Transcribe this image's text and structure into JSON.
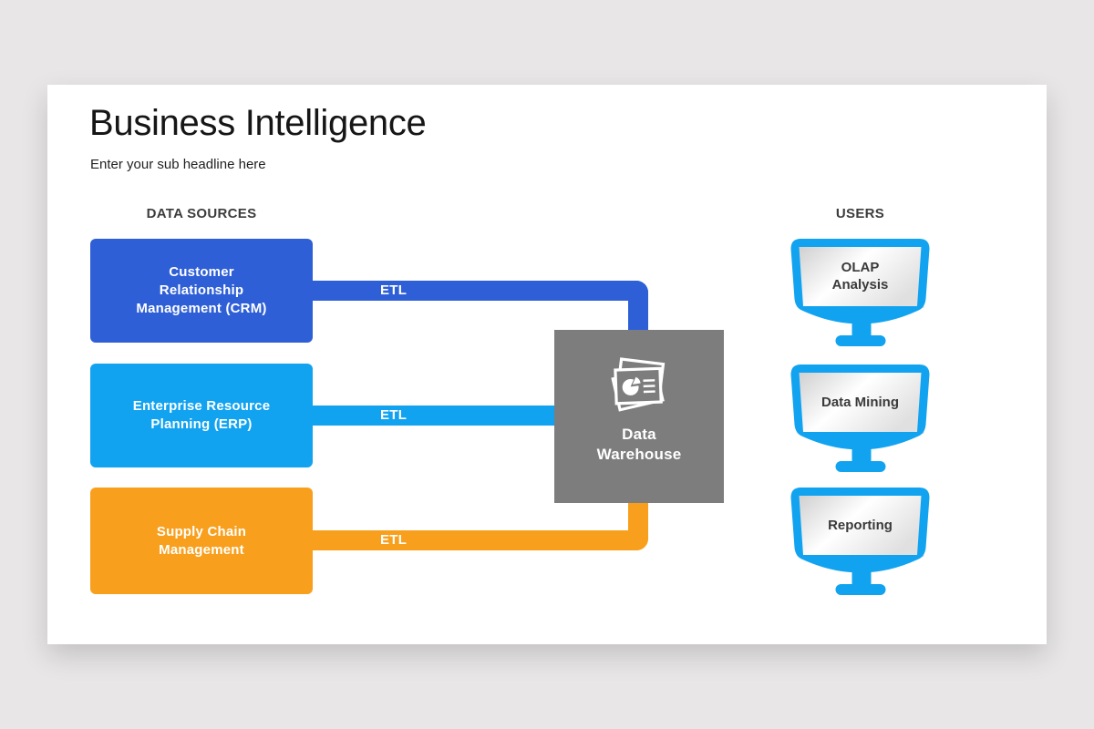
{
  "theme": {
    "page-bg": "#e8e6e7",
    "slide-bg": "#ffffff",
    "crm-blue": "#2e5fd7",
    "erp-blue": "#12a3f0",
    "scm-orange": "#f8a01d",
    "warehouse-gray": "#7d7d7d",
    "monitor-blue": "#12a3f0",
    "heading-color": "#161616",
    "label-color": "#3c3c3c",
    "box-text": "#ffffff",
    "screen-text": "#3a3a3a"
  },
  "header": {
    "title": "Business Intelligence",
    "subtitle": "Enter your sub headline here"
  },
  "diagram": {
    "sources_heading": "DATA SOURCES",
    "users_heading": "USERS",
    "sources": [
      {
        "name": "crm",
        "lines": [
          "Customer",
          "Relationship",
          "Management (CRM)"
        ]
      },
      {
        "name": "erp",
        "lines": [
          "Enterprise Resource",
          "Planning (ERP)"
        ]
      },
      {
        "name": "scm",
        "lines": [
          "Supply Chain",
          "Management"
        ]
      }
    ],
    "etl_labels": [
      "ETL",
      "ETL",
      "ETL"
    ],
    "warehouse": {
      "lines": [
        "Data",
        "Warehouse"
      ]
    },
    "users": [
      {
        "name": "olap",
        "lines": [
          "OLAP",
          "Analysis"
        ]
      },
      {
        "name": "data-mining",
        "lines": [
          "Data Mining"
        ]
      },
      {
        "name": "reporting",
        "lines": [
          "Reporting"
        ]
      }
    ]
  }
}
